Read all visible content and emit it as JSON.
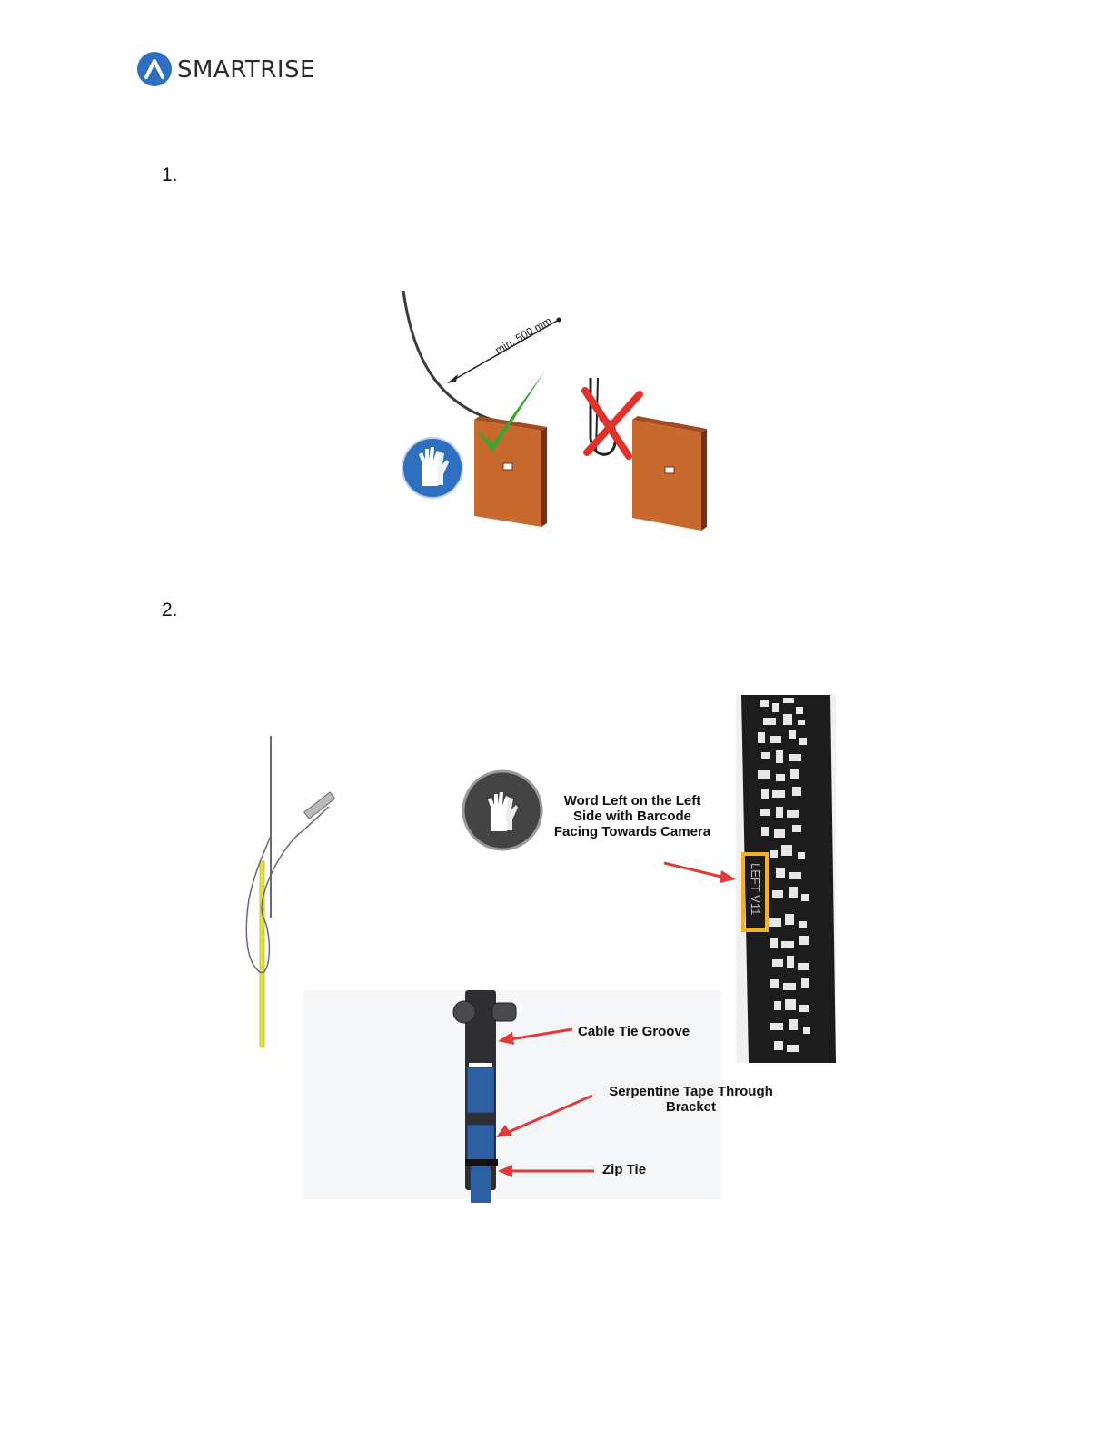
{
  "header": {
    "brand": "SMARTRISE",
    "colors": {
      "brand_blue": "#2f6fc0",
      "brand_text": "#2b2b2b"
    }
  },
  "steps": [
    {
      "number": "1."
    },
    {
      "number": "2."
    }
  ],
  "figure1": {
    "dimension_label": "min. 500 mm",
    "icons": [
      "gloves-required-icon",
      "checkmark-icon",
      "cross-icon"
    ],
    "colors": {
      "bracket": "#c8692e",
      "check": "#3aa635",
      "cross": "#e0322b",
      "glove_badge": "#2f6fc0"
    }
  },
  "figure2": {
    "callouts": {
      "word_left": "Word Left on the Left Side with Barcode Facing Towards Camera",
      "cable_tie_groove": "Cable Tie Groove",
      "serpentine_tape": "Serpentine Tape Through Bracket",
      "zip_tie": "Zip Tie"
    },
    "tape_marking": "LEFT V11",
    "colors": {
      "arrow": "#e03a3a",
      "highlight": "#f2b027",
      "tape": "#1c1c1c",
      "serp_blue": "#2d5fa3",
      "rail": "#e8e04a"
    }
  }
}
